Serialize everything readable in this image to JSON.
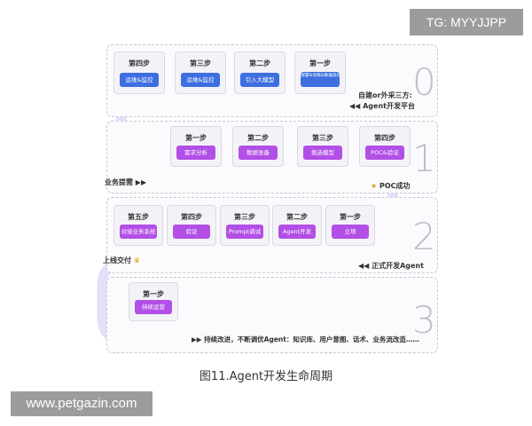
{
  "watermark": {
    "top": "TG: MYYJJPP",
    "bottom": "www.petgazin.com"
  },
  "caption": "图11.Agent开发生命周期",
  "colors": {
    "blue": "#3d6fe0",
    "purple": "#b24fe6",
    "track": "#dcdcf6"
  },
  "phases": [
    {
      "number": "0",
      "label_right_line1": "自建or外采三方:",
      "label_right_line2": "Agent开发平台",
      "steps": [
        {
          "title": "第四步",
          "button": "运维&监控"
        },
        {
          "title": "第三步",
          "button": "运维&监控"
        },
        {
          "title": "第二步",
          "button": "引入大模型"
        },
        {
          "title": "第一步",
          "button": "部署&训练&数据处理的工具"
        }
      ]
    },
    {
      "number": "1",
      "label_left": "业务提需",
      "label_right": "POC成功",
      "steps": [
        {
          "title": "第一步",
          "button": "需求分析"
        },
        {
          "title": "第二步",
          "button": "数据准备"
        },
        {
          "title": "第三步",
          "button": "挑选模型"
        },
        {
          "title": "第四步",
          "button": "POC&验证"
        }
      ]
    },
    {
      "number": "2",
      "label_left": "上线交付",
      "label_right": "正式开发Agent",
      "steps": [
        {
          "title": "第五步",
          "button": "对接业务系统"
        },
        {
          "title": "第四步",
          "button": "验证"
        },
        {
          "title": "第三步",
          "button": "Prompt调试"
        },
        {
          "title": "第二步",
          "button": "Agent开发"
        },
        {
          "title": "第一步",
          "button": "立项"
        }
      ]
    },
    {
      "number": "3",
      "label_bottom": "持续改进，不断调优Agent：知识库、用户意图、话术、业务流改造……",
      "steps": [
        {
          "title": "第一步",
          "button": "持续运营"
        }
      ]
    }
  ]
}
